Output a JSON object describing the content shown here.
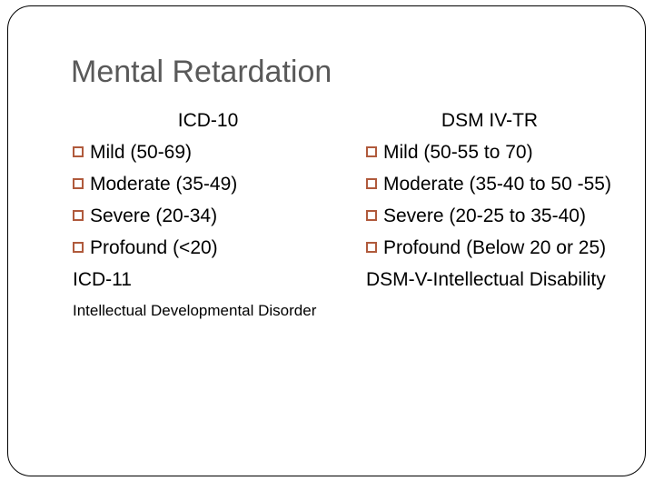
{
  "slide": {
    "title": "Mental Retardation",
    "title_color": "#595959",
    "background_color": "#ffffff",
    "border_color": "#000000",
    "bullet_color": "#b05a3c",
    "bullet_icon": "hollow-square-bullet"
  },
  "left_column": {
    "header": "ICD-10",
    "items": [
      {
        "label": "Mild (50-69)"
      },
      {
        "label": "Moderate (35-49)"
      },
      {
        "label": "Severe (20-34)"
      },
      {
        "label": "Profound (<20)"
      }
    ],
    "subheading": "ICD-11",
    "subtext": "Intellectual Developmental Disorder"
  },
  "right_column": {
    "header": "DSM IV-TR",
    "items": [
      {
        "label": "Mild (50-55 to 70)"
      },
      {
        "label": "Moderate (35-40 to 50 -55)"
      },
      {
        "label": "Severe (20-25 to 35-40)"
      },
      {
        "label": "Profound (Below 20 or 25)"
      }
    ],
    "footer": "DSM-V-Intellectual Disability"
  }
}
